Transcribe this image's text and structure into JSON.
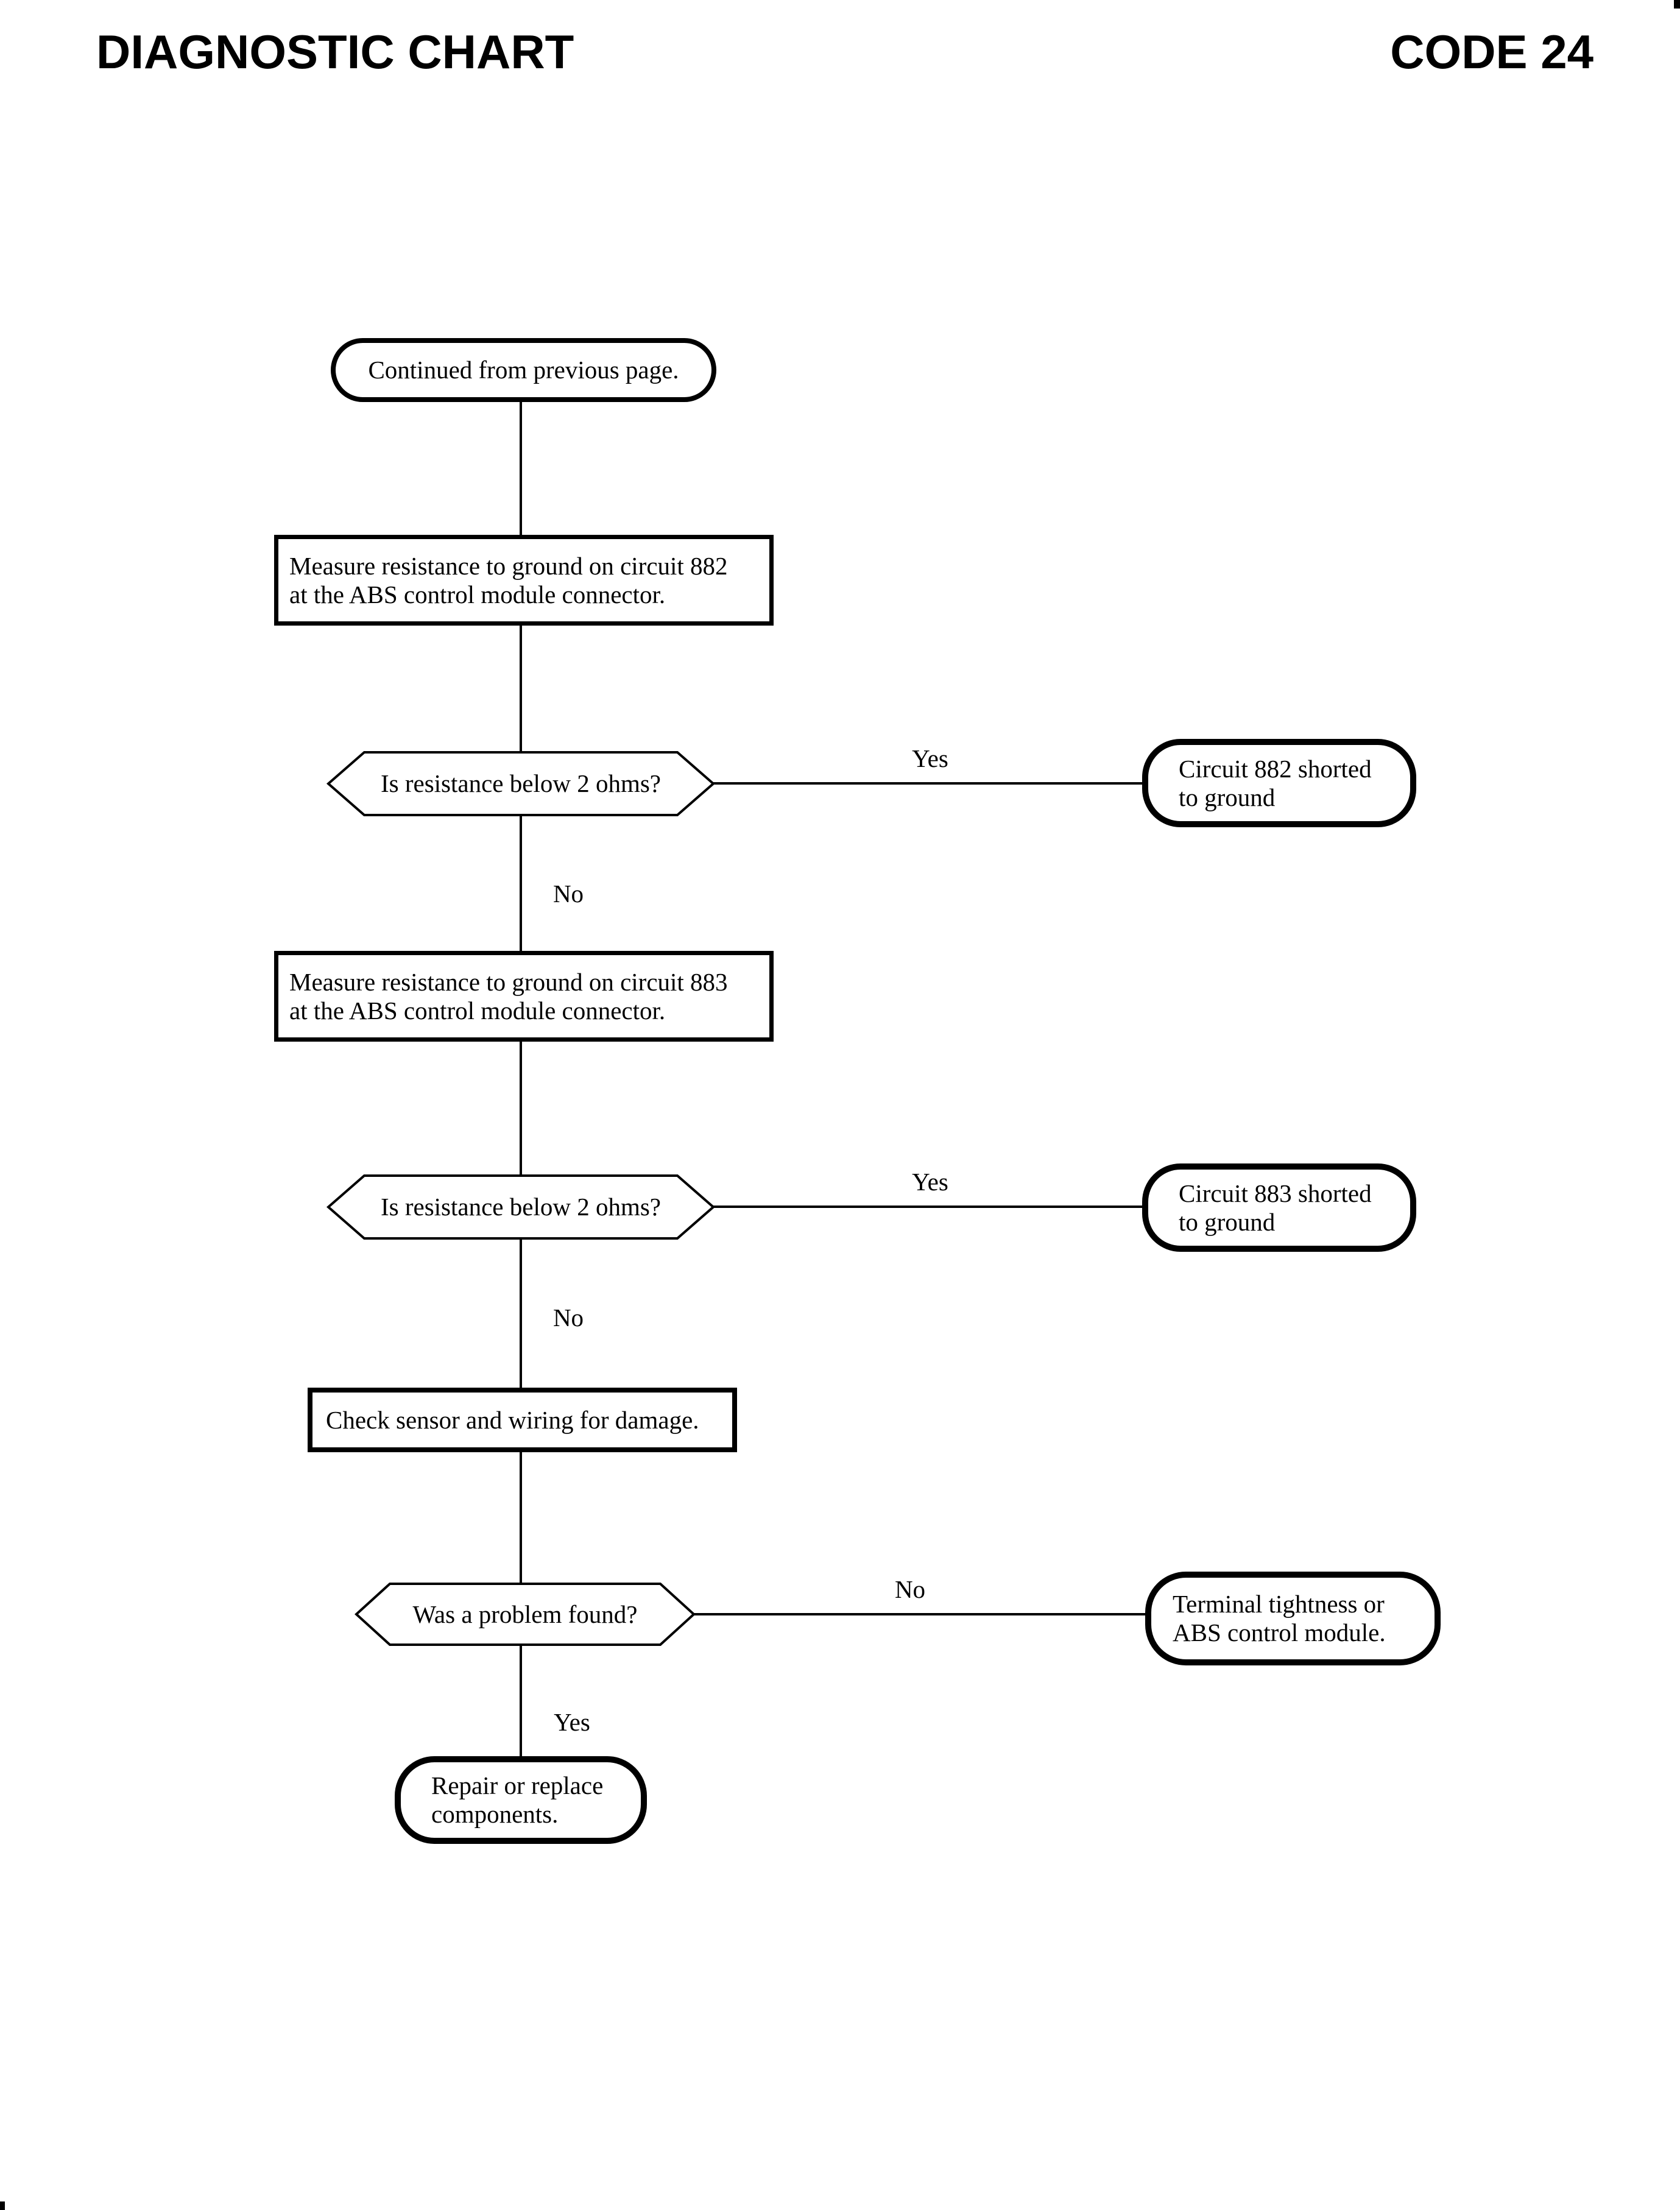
{
  "header": {
    "left": "DIAGNOSTIC CHART",
    "right": "CODE 24"
  },
  "colors": {
    "ink": "#000000",
    "paper": "#ffffff"
  },
  "nodes": {
    "start": {
      "text": "Continued from previous page."
    },
    "measure882": {
      "line1": "Measure resistance to ground on circuit 882",
      "line2": "at the ABS control module connector."
    },
    "decision882": {
      "text": "Is resistance below 2 ohms?"
    },
    "shorted882": {
      "line1": "Circuit 882 shorted",
      "line2": "to ground"
    },
    "measure883": {
      "line1": "Measure resistance to ground on circuit 883",
      "line2": "at the ABS control module connector."
    },
    "decision883": {
      "text": "Is resistance below 2 ohms?"
    },
    "shorted883": {
      "line1": "Circuit 883 shorted",
      "line2": "to ground"
    },
    "check": {
      "text": "Check sensor and wiring for damage."
    },
    "problem": {
      "text": "Was a problem found?"
    },
    "terminal": {
      "line1": "Terminal tightness or",
      "line2": "ABS control module."
    },
    "repair": {
      "line1": "Repair or replace",
      "line2": "components."
    }
  },
  "labels": {
    "yes1": "Yes",
    "no1": "No",
    "yes2": "Yes",
    "no2": "No",
    "no3": "No",
    "yes3": "Yes"
  }
}
